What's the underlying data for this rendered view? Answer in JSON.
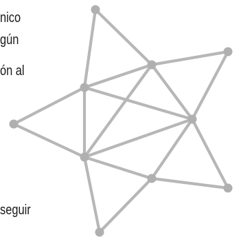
{
  "text_fragments": [
    "nico",
    "gún",
    "ón  al",
    "seguir"
  ],
  "graphic": {
    "icon": "star-network-icon",
    "edge_color": "#b7b7b7",
    "node_color": "#b0b0b0"
  }
}
